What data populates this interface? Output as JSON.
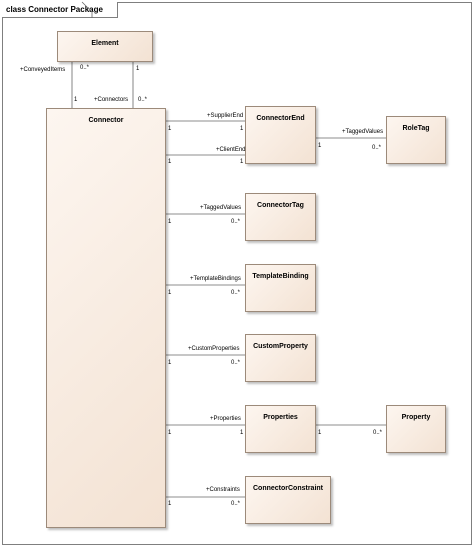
{
  "frame": {
    "title": "class Connector Package"
  },
  "classes": {
    "element": "Element",
    "connector": "Connector",
    "connector_end": "ConnectorEnd",
    "role_tag": "RoleTag",
    "connector_tag": "ConnectorTag",
    "template_binding": "TemplateBinding",
    "custom_property": "CustomProperty",
    "properties": "Properties",
    "property": "Property",
    "connector_constraint": "ConnectorConstraint"
  },
  "associations": {
    "conveyed_items": {
      "role": "+ConveyedItems",
      "mult_a": "0..*",
      "mult_b": "1"
    },
    "connectors": {
      "role": "+Connectors",
      "mult_a": "1",
      "mult_b": "0..*"
    },
    "supplier_end": {
      "role": "+SupplierEnd",
      "mult_a": "1",
      "mult_b": "1"
    },
    "client_end": {
      "role": "+ClientEnd",
      "mult_a": "1",
      "mult_b": "1"
    },
    "role_tagged_values": {
      "role": "+TaggedValues",
      "mult_a": "1",
      "mult_b": "0..*"
    },
    "tagged_values": {
      "role": "+TaggedValues",
      "mult_a": "1",
      "mult_b": "0..*"
    },
    "template_bindings": {
      "role": "+TemplateBindings",
      "mult_a": "1",
      "mult_b": "0..*"
    },
    "custom_properties": {
      "role": "+CustomProperties",
      "mult_a": "1",
      "mult_b": "0..*"
    },
    "properties": {
      "role": "+Properties",
      "mult_a": "1",
      "mult_b": "1"
    },
    "property": {
      "mult_a": "1",
      "mult_b": "0..*"
    },
    "constraints": {
      "role": "+Constraints",
      "mult_a": "1",
      "mult_b": "0..*"
    }
  }
}
